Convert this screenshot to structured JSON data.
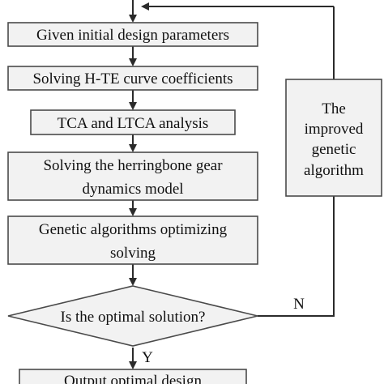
{
  "flowchart": {
    "step_initial": "Given initial design parameters",
    "step_hte": "Solving H-TE curve coefficients",
    "step_tca": "TCA and LTCA analysis",
    "step_dynamics": [
      "Solving the herringbone gear",
      "dynamics model"
    ],
    "step_genetic": [
      "Genetic algorithms optimizing",
      "solving"
    ],
    "decision": "Is the optimal solution?",
    "branch_no": "N",
    "branch_yes": "Y",
    "step_output": "Output optimal design",
    "side_box": [
      "The",
      "improved",
      "genetic",
      "algorithm"
    ]
  }
}
